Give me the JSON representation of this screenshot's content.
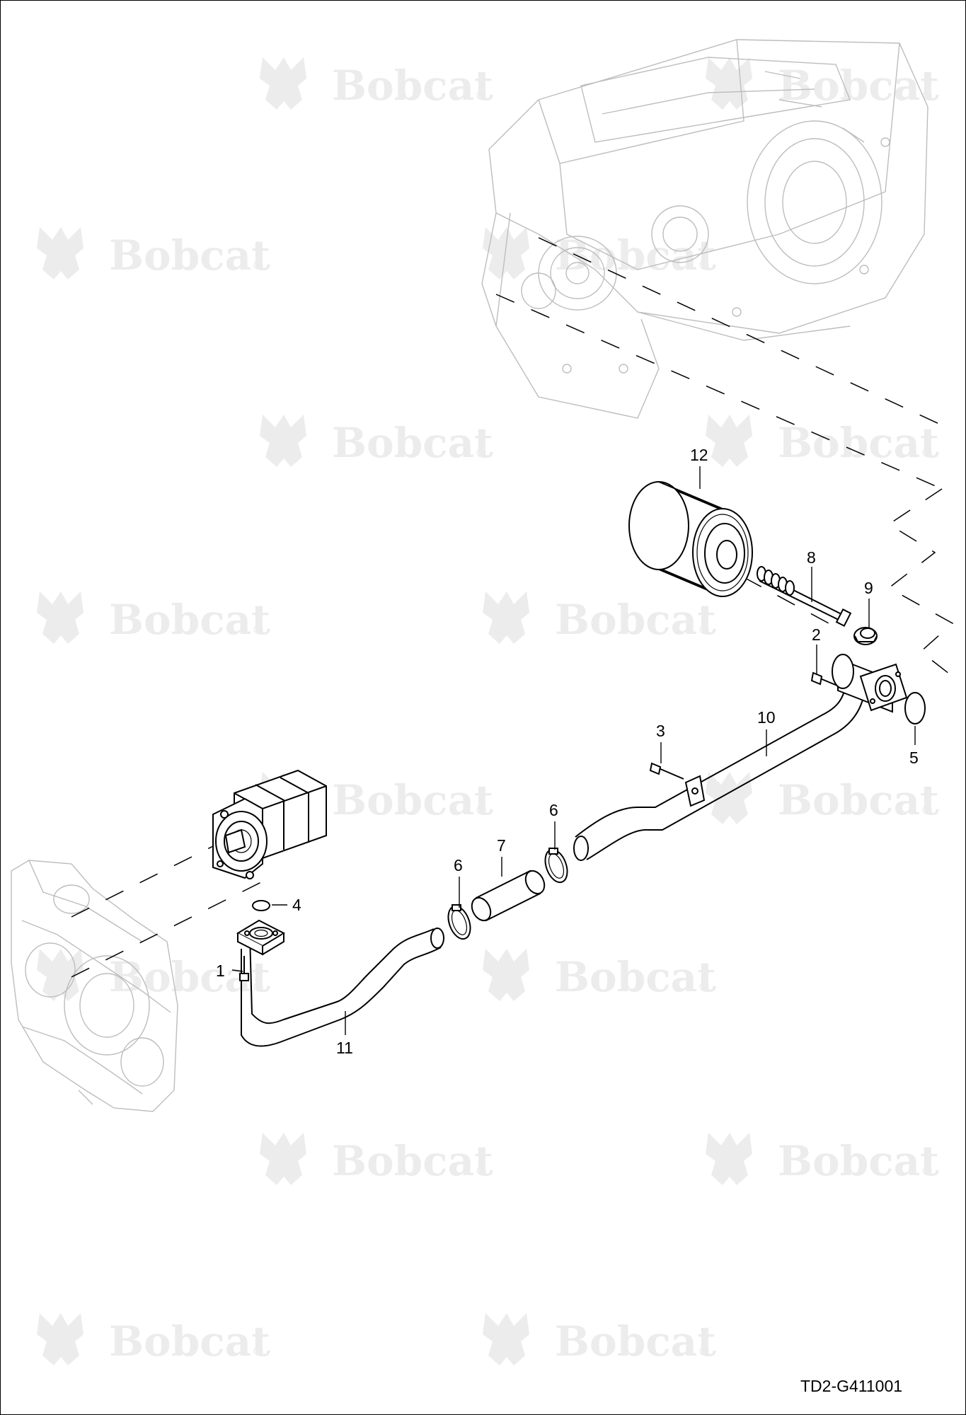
{
  "watermark": {
    "brand": "Bobcat",
    "symbol": "®"
  },
  "drawing_code": "TD2-G411001",
  "callouts": [
    {
      "id": "1",
      "label": "1"
    },
    {
      "id": "2",
      "label": "2"
    },
    {
      "id": "3",
      "label": "3"
    },
    {
      "id": "4",
      "label": "4"
    },
    {
      "id": "5",
      "label": "5"
    },
    {
      "id": "6a",
      "label": "6"
    },
    {
      "id": "6b",
      "label": "6"
    },
    {
      "id": "7",
      "label": "7"
    },
    {
      "id": "8",
      "label": "8"
    },
    {
      "id": "9",
      "label": "9"
    },
    {
      "id": "10",
      "label": "10"
    },
    {
      "id": "11",
      "label": "11"
    },
    {
      "id": "12",
      "label": "12"
    }
  ],
  "icons": [
    "bobcat-logo-icon"
  ]
}
